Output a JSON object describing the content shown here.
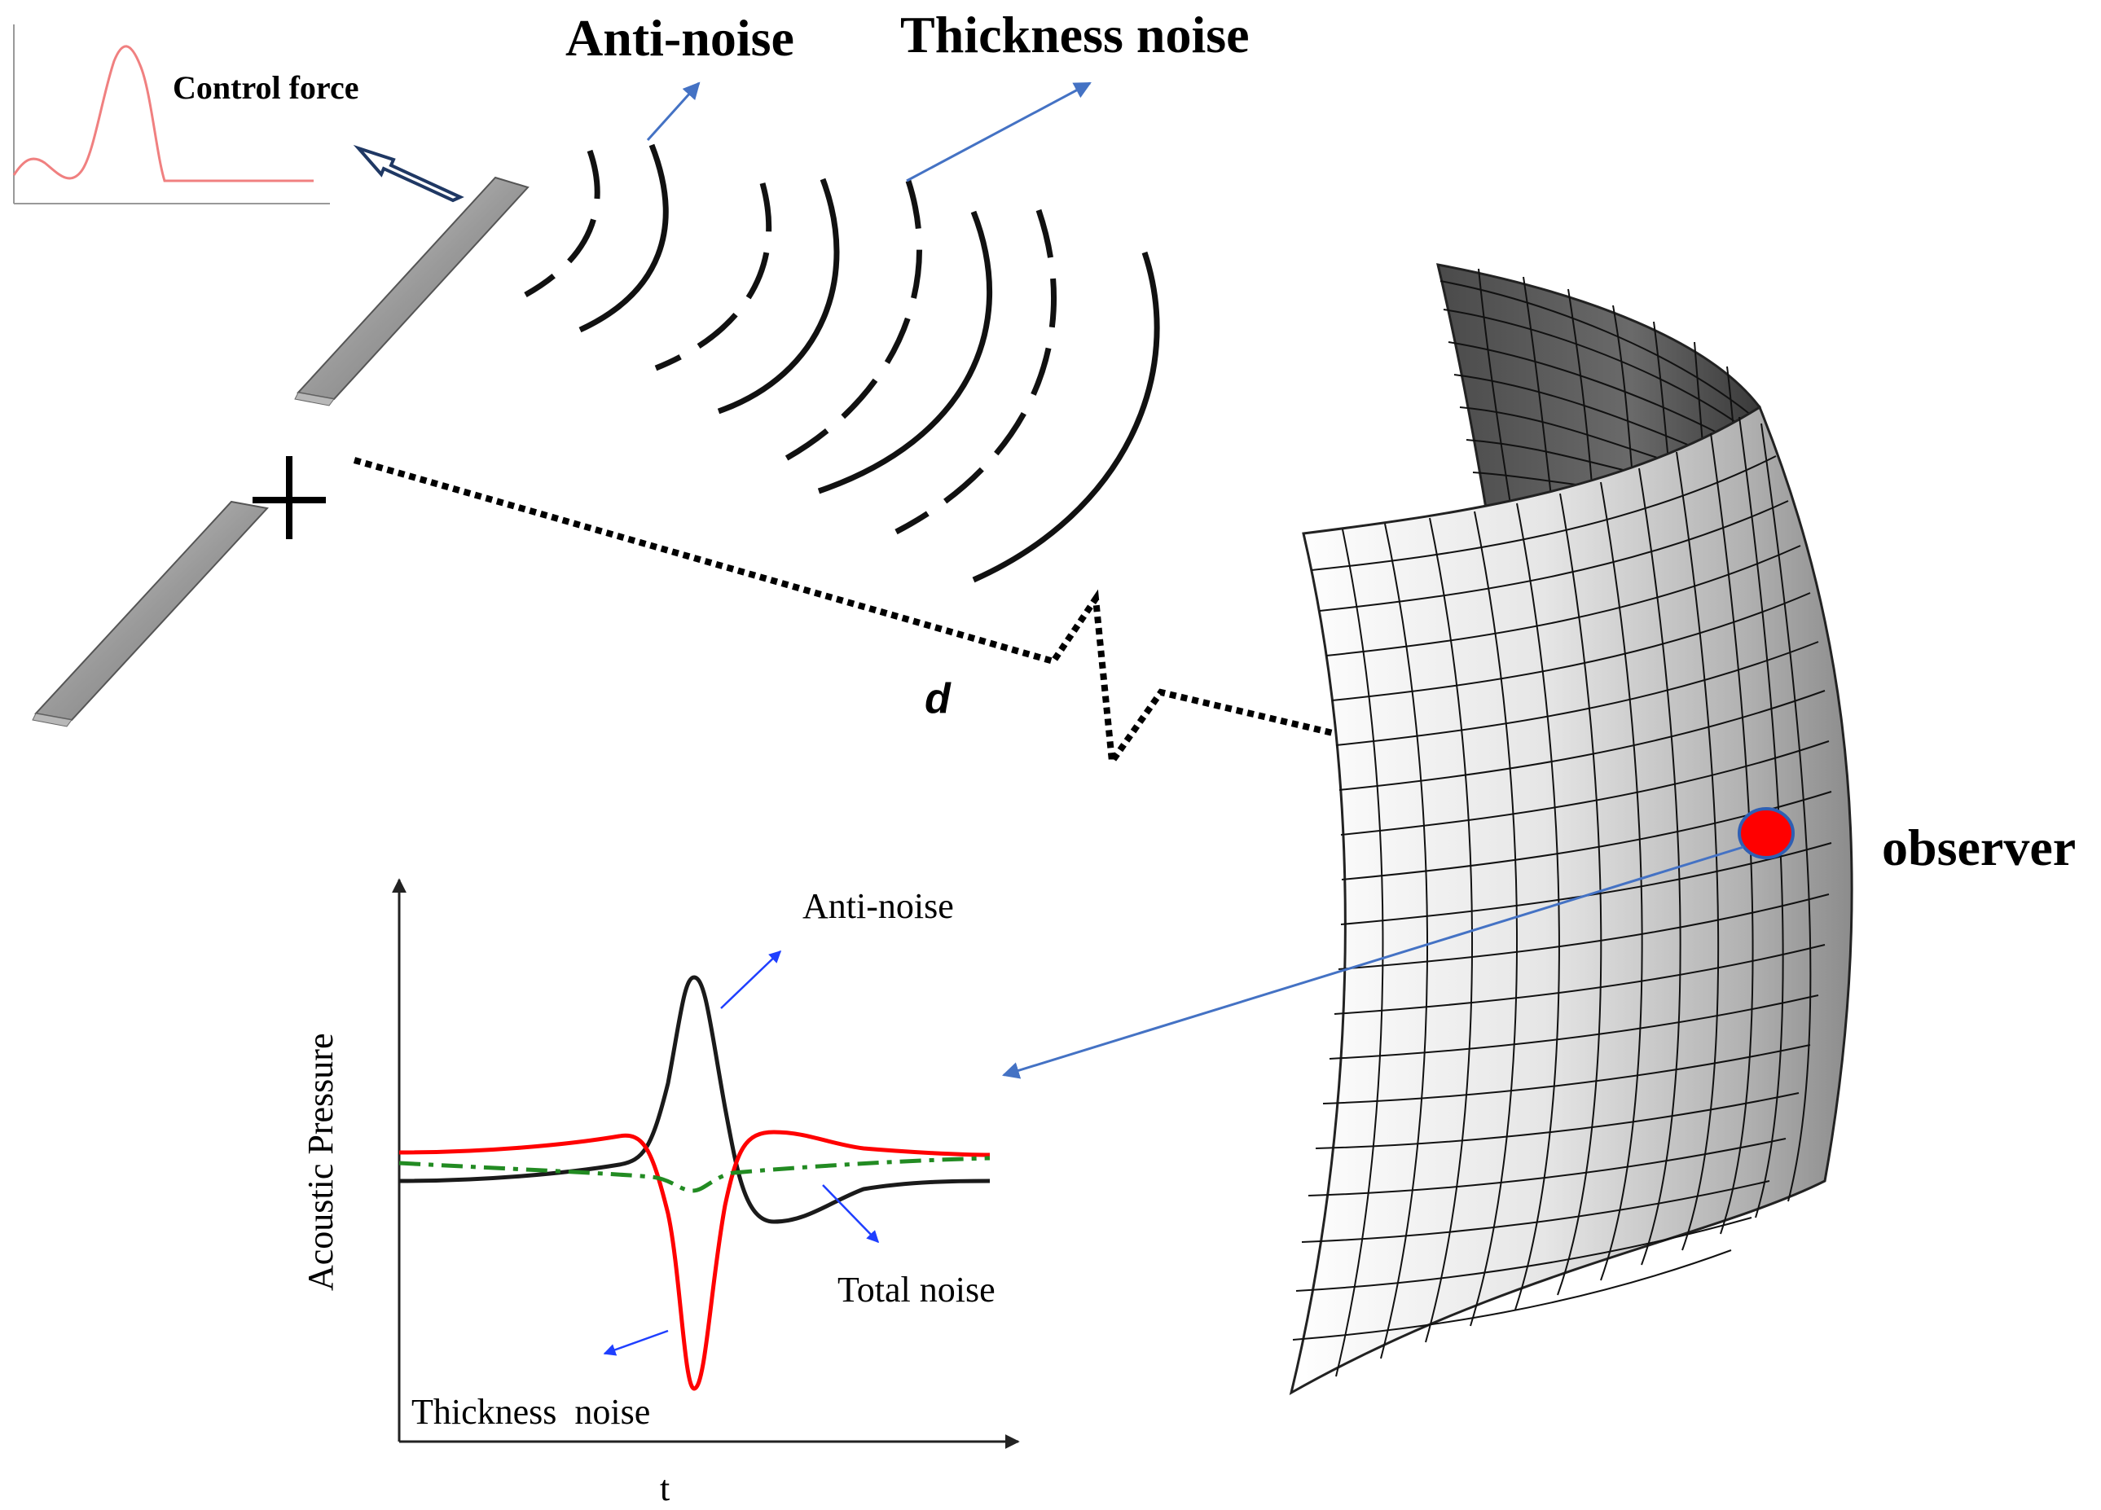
{
  "labels": {
    "control_force": "Control force",
    "anti_noise_top": "Anti-noise",
    "thickness_noise_top": "Thickness noise",
    "distance": "d",
    "observer": "observer",
    "anti_noise_plot": "Anti-noise",
    "total_noise_plot": "Total noise",
    "thickness_noise_plot": "Thickness  noise",
    "y_axis": "Acoustic Pressure",
    "x_axis": "t"
  },
  "colors": {
    "control_force_curve": "#f08080",
    "anti_noise_curve": "#1a1a1a",
    "thickness_noise_curve": "#ff0000",
    "total_noise_curve": "#228b22",
    "observer_dot": "#ff0000",
    "observer_outline": "#2f5fb3",
    "pointer_arrows": "#4472c4",
    "plot_arrows": "#1f3fff"
  }
}
